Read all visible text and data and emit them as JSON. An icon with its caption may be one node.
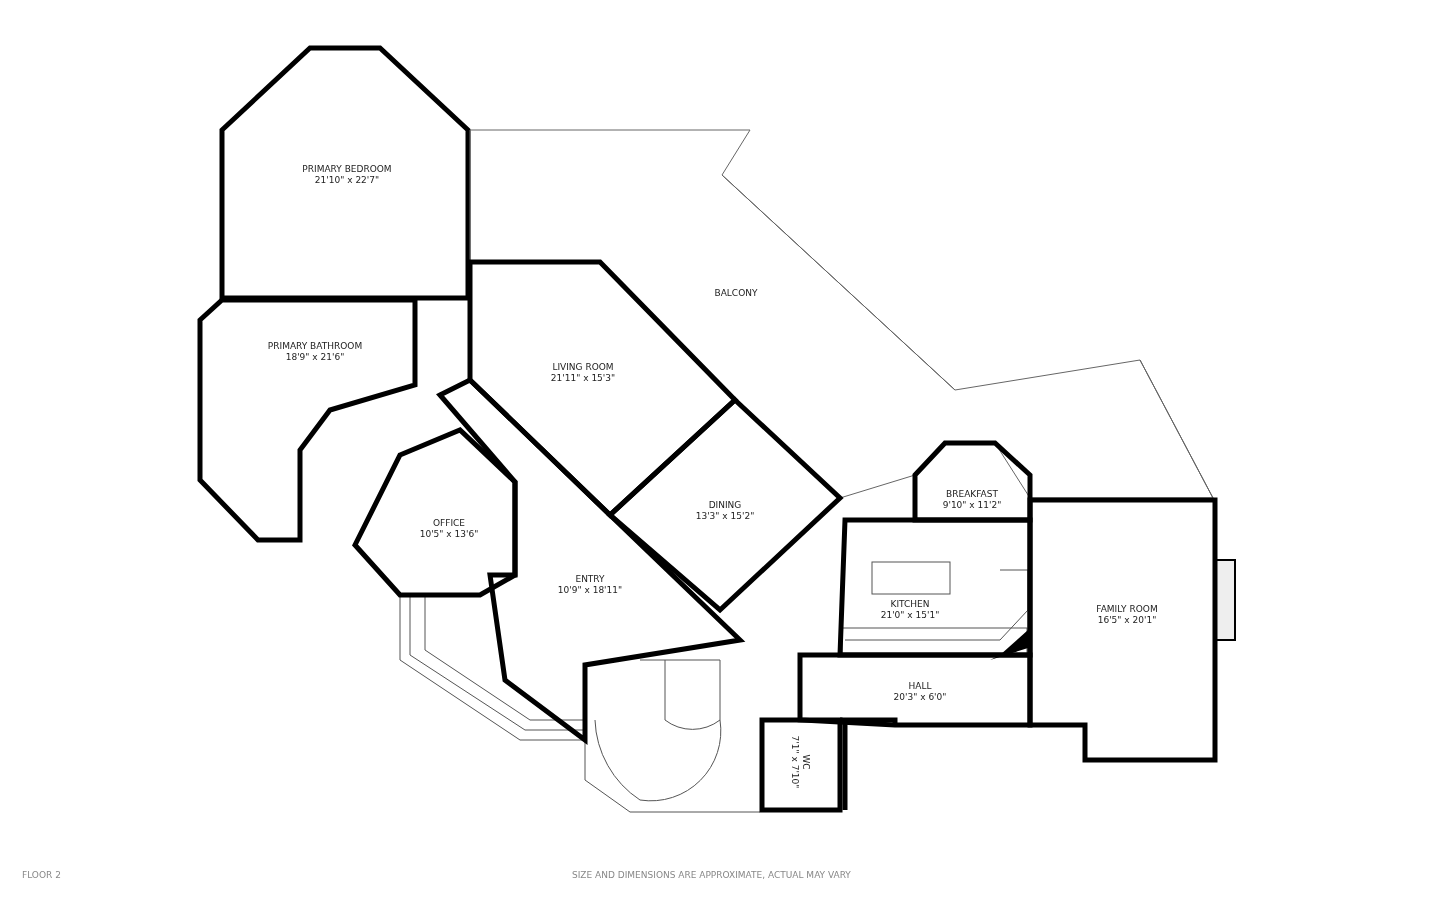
{
  "diagram": {
    "nodes": [
      {
        "text": [
          "PRIMARY BEDROOM",
          "21'10\" x 22'7\""
        ]
      },
      {
        "text": [
          "BALCONY"
        ]
      },
      {
        "text": [
          "PRIMARY BATHROOM",
          "18'9\" x 21'6\""
        ]
      },
      {
        "text": [
          "LIVING ROOM",
          "21'11\" x 15'3\""
        ]
      },
      {
        "text": [
          "DINING",
          "13'3\" x 15'2\""
        ]
      },
      {
        "text": [
          "BREAKFAST",
          "9'10\" x 11'2\""
        ]
      },
      {
        "text": [
          "OFFICE",
          "10'5\" x 13'6\""
        ]
      },
      {
        "text": [
          "ENTRY",
          "10'9\" x 18'11\""
        ]
      },
      {
        "text": [
          "KITCHEN",
          "21'0\" x 15'1\""
        ]
      },
      {
        "text": [
          "FAMILY ROOM",
          "16'5\" x 20'1\""
        ]
      },
      {
        "text": [
          "HALL",
          "20'3\" x 6'0\""
        ]
      },
      {
        "text": [
          "WC",
          "7'1\" x 7'10\""
        ]
      }
    ],
    "labels": [
      "FLOOR 2",
      "SIZE AND DIMENSIONS ARE APPROXIMATE, ACTUAL MAY VARY"
    ]
  }
}
